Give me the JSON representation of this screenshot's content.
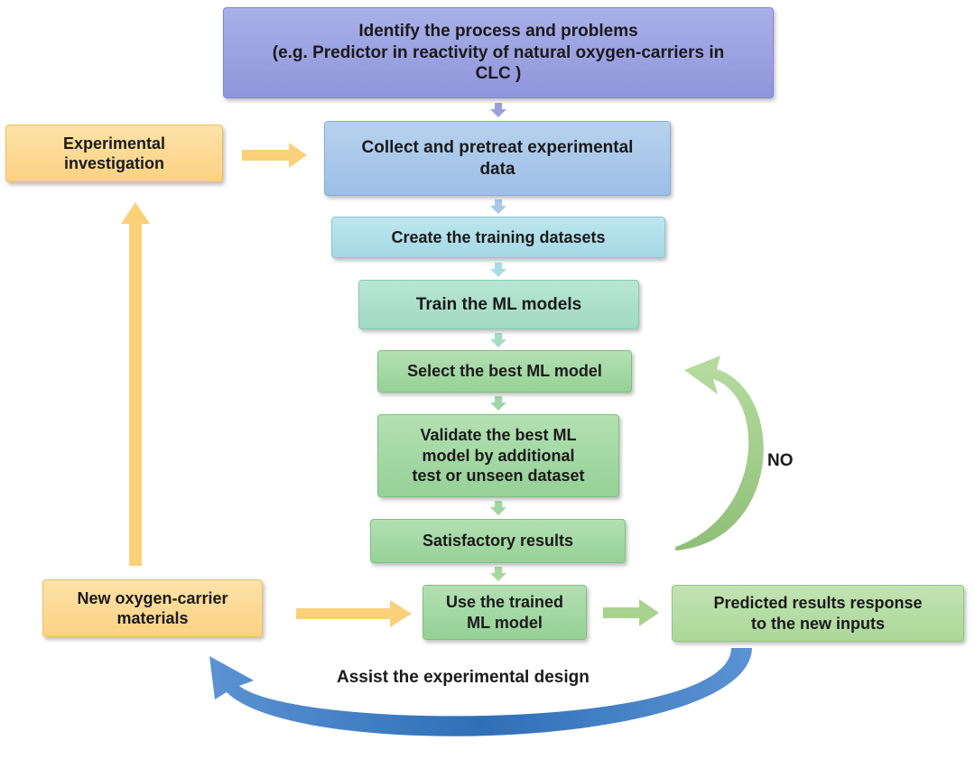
{
  "nodes": {
    "identify": [
      "Identify the process and problems",
      "(e.g. Predictor in reactivity of natural oxygen-carriers in",
      "CLC )"
    ],
    "collect": [
      "Collect and pretreat experimental",
      "data"
    ],
    "create": [
      "Create the training datasets"
    ],
    "train": [
      "Train the ML models"
    ],
    "select": [
      "Select the best ML model"
    ],
    "validate": [
      "Validate the best ML",
      "model by additional",
      "test or unseen dataset"
    ],
    "satisfactory": [
      "Satisfactory results"
    ],
    "use": [
      "Use the trained",
      "ML model"
    ],
    "predicted": [
      "Predicted results response",
      "to the new inputs"
    ],
    "experimental": [
      "Experimental",
      "investigation"
    ],
    "new_materials": [
      "New oxygen-carrier",
      "materials"
    ]
  },
  "labels": {
    "no": "NO",
    "assist": "Assist the experimental design"
  },
  "colors": {
    "purple": "#9aa0e0",
    "blue": "#a8c8ea",
    "cyan": "#acdde8",
    "teal": "#a6ddc9",
    "green": "#9fd69f",
    "light_green": "#b5db9f",
    "orange": "#fcd98f",
    "orange_arrow": "#fbd07a",
    "green_arrow": "#a9d28f",
    "blue_arrow": "#3f7fc4"
  }
}
